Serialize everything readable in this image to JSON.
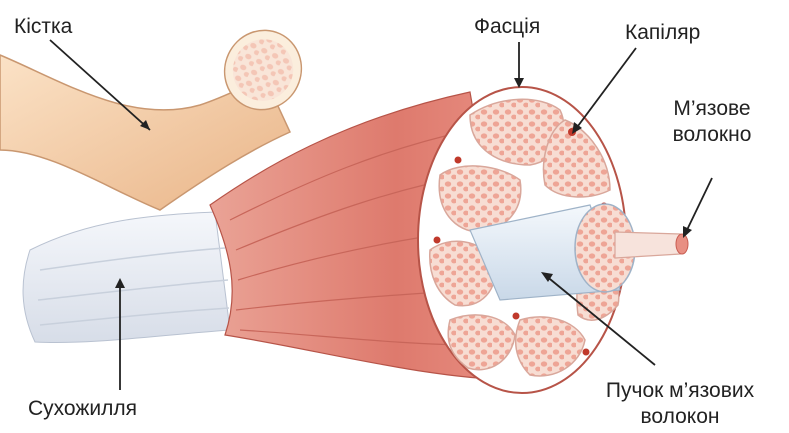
{
  "labels": {
    "bone": "Кістка",
    "fascia": "Фасція",
    "capillary": "Капіляр",
    "muscle_fiber_line1": "М’язове",
    "muscle_fiber_line2": "волокно",
    "tendon": "Сухожилля",
    "fiber_bundle_line1": "Пучок м’язових",
    "fiber_bundle_line2": "волокон"
  },
  "colors": {
    "muscle": "#e48a7e",
    "muscle_dark": "#c95d52",
    "tendon": "#e9edf4",
    "bone": "#f3c9a0",
    "fascicle": "#f6d9cf",
    "fiber": "#f0a99c",
    "capillary": "#c0392b",
    "arrow": "#222222"
  }
}
